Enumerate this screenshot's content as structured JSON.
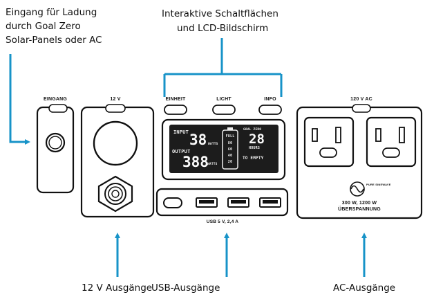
{
  "annotations": {
    "input_line1": "Eingang für Ladung",
    "input_line2": "durch Goal Zero",
    "input_line3": "Solar-Panels oder AC",
    "top_line1": "Interaktive Schaltflächen",
    "top_line2": "und LCD-Bildschirm",
    "bottom_12v": "12 V Ausgänge",
    "bottom_usb": "USB-Ausgänge",
    "bottom_ac": "AC-Ausgänge"
  },
  "panel": {
    "eingang_label": "EINGANG",
    "v12_label": "12 V",
    "einheit_label": "EINHEIT",
    "licht_label": "LICHT",
    "info_label": "INFO",
    "ac_label": "120 V AC",
    "usb_label": "USB 5 V, 2,4 A",
    "ac_rating": "300 W, 1200 W",
    "ac_surge": "ÜBERSPANNUNG",
    "pure_sine": "PURE SINEWAVE"
  },
  "lcd": {
    "input_label": "INPUT",
    "input_value": "38",
    "input_unit": "WATTS",
    "output_label": "OUTPUT",
    "output_value": "388",
    "output_unit": "WATTS",
    "full_label": "FULL",
    "battery_levels": [
      "80",
      "60",
      "40",
      "20"
    ],
    "brand": "GOAL ZERO",
    "time_value": "28",
    "time_unit": "HOURS",
    "to_empty": "TO EMPTY"
  },
  "colors": {
    "arrow": "#1793c8",
    "outline": "#111111",
    "lcd_bg": "#1c1c1c"
  },
  "icons": [
    "arrow-icon",
    "sine-wave-icon",
    "outlet-icon",
    "usb-port-icon",
    "usb-c-port-icon",
    "barrel-port-icon",
    "hex-socket-icon"
  ]
}
